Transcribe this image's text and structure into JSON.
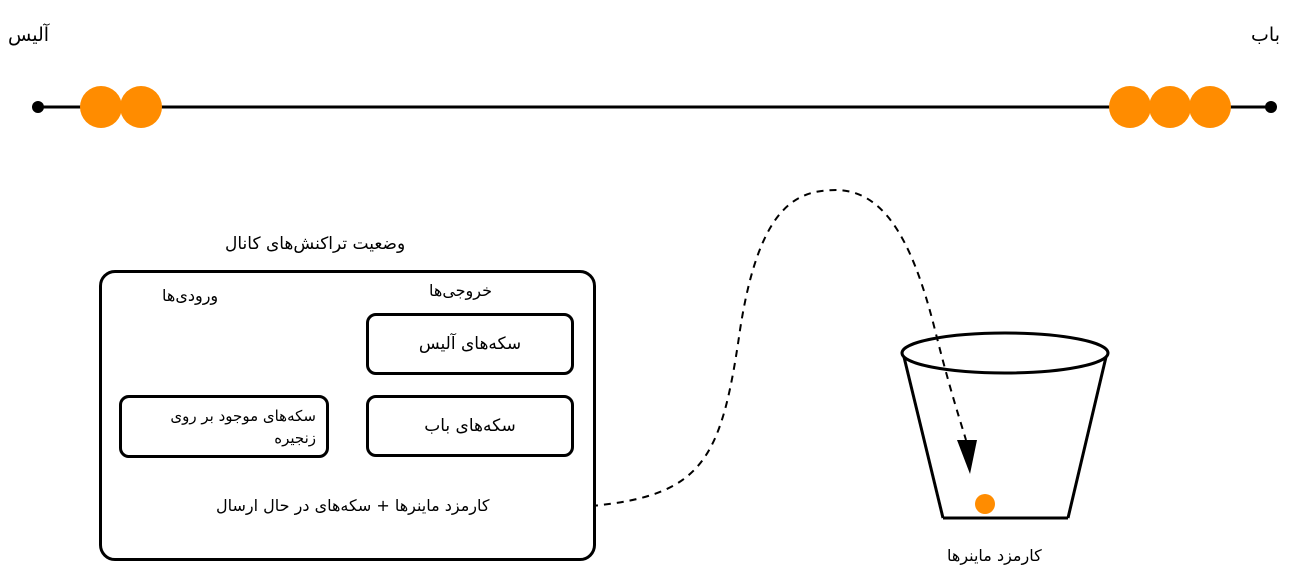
{
  "parties": {
    "alice": "آلیس",
    "bob": "باب"
  },
  "channel": {
    "alice_coin_count": 2,
    "bob_coin_count": 3,
    "coin_color": "#ff8c00",
    "line_color": "#000000"
  },
  "transaction": {
    "title": "وضعیت تراکنش‌های کانال",
    "outputs_label": "خروجی‌ها",
    "inputs_label": "ورودی‌ها",
    "alice_coins": "سکه‌های آلیس",
    "bob_coins": "سکه‌های باب",
    "onchain_coins": "سکه‌های موجود بر روی زنجیره",
    "fee_text": "کارمزد ماینرها + سکه‌های در حال ارسال"
  },
  "bucket": {
    "label": "کارمزد ماینرها",
    "fee_coin_color": "#ff8c00"
  }
}
